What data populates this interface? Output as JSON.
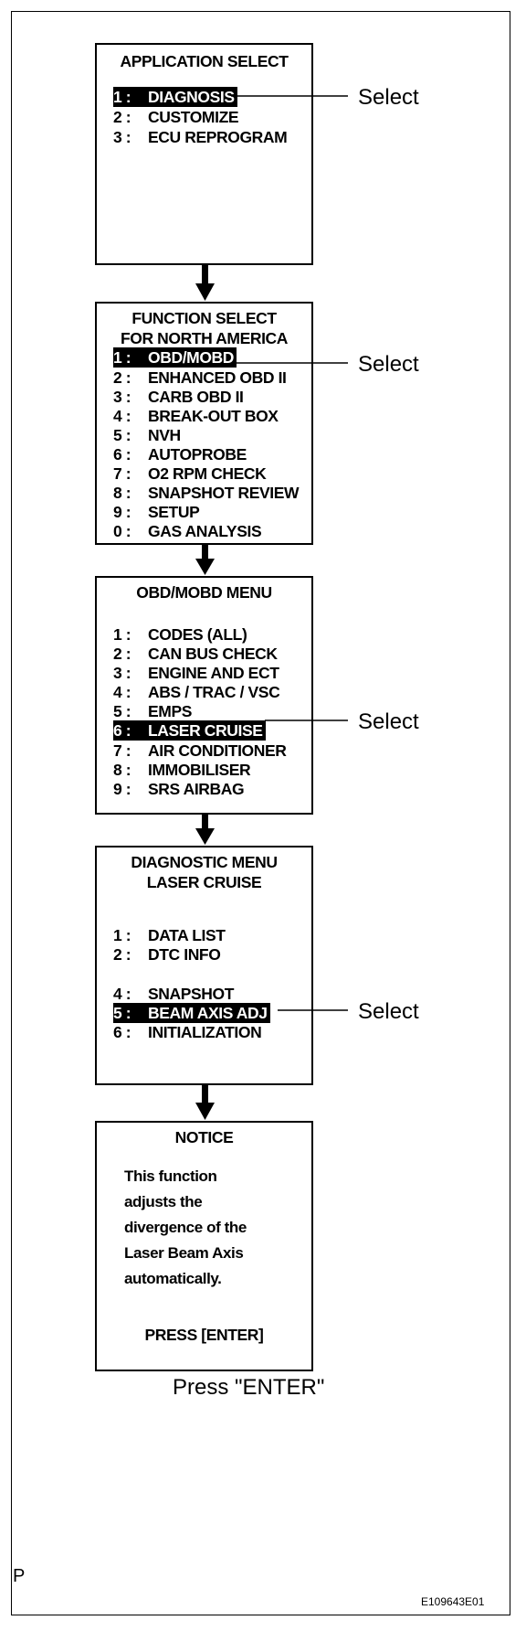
{
  "screens": [
    {
      "title_lines": [
        "APPLICATION SELECT"
      ],
      "items": [
        {
          "num": "1 :",
          "label": "DIAGNOSIS",
          "selected": true
        },
        {
          "num": "2 :",
          "label": "CUSTOMIZE",
          "selected": false
        },
        {
          "num": "3 :",
          "label": "ECU REPROGRAM",
          "selected": false
        }
      ]
    },
    {
      "title_lines": [
        "FUNCTION SELECT",
        "FOR NORTH AMERICA"
      ],
      "items": [
        {
          "num": "1 :",
          "label": "OBD/MOBD",
          "selected": true
        },
        {
          "num": "2 :",
          "label": "ENHANCED OBD II",
          "selected": false
        },
        {
          "num": "3 :",
          "label": "CARB OBD II",
          "selected": false
        },
        {
          "num": "4 :",
          "label": "BREAK-OUT BOX",
          "selected": false
        },
        {
          "num": "5 :",
          "label": "NVH",
          "selected": false
        },
        {
          "num": "6 :",
          "label": "AUTOPROBE",
          "selected": false
        },
        {
          "num": "7 :",
          "label": "O2 RPM CHECK",
          "selected": false
        },
        {
          "num": "8 :",
          "label": "SNAPSHOT REVIEW",
          "selected": false
        },
        {
          "num": "9 :",
          "label": "SETUP",
          "selected": false
        },
        {
          "num": "0 :",
          "label": "GAS ANALYSIS",
          "selected": false
        }
      ]
    },
    {
      "title_lines": [
        "OBD/MOBD MENU"
      ],
      "items": [
        {
          "num": "1 :",
          "label": "CODES (ALL)",
          "selected": false
        },
        {
          "num": "2 :",
          "label": "CAN BUS CHECK",
          "selected": false
        },
        {
          "num": "3 :",
          "label": "ENGINE AND ECT",
          "selected": false
        },
        {
          "num": "4 :",
          "label": "ABS / TRAC / VSC",
          "selected": false
        },
        {
          "num": "5 :",
          "label": "EMPS",
          "selected": false
        },
        {
          "num": "6 :",
          "label": "LASER CRUISE",
          "selected": true
        },
        {
          "num": "7 :",
          "label": "AIR CONDITIONER",
          "selected": false
        },
        {
          "num": "8 :",
          "label": "IMMOBILISER",
          "selected": false
        },
        {
          "num": "9 :",
          "label": "SRS AIRBAG",
          "selected": false
        }
      ]
    },
    {
      "title_lines": [
        "DIAGNOSTIC MENU",
        "LASER CRUISE"
      ],
      "items": [
        {
          "num": "1 :",
          "label": "DATA LIST",
          "selected": false
        },
        {
          "num": "2 :",
          "label": "DTC INFO",
          "selected": false
        },
        {
          "num": "4 :",
          "label": "SNAPSHOT",
          "selected": false
        },
        {
          "num": "5 :",
          "label": "BEAM AXIS ADJ",
          "selected": true
        },
        {
          "num": "6 :",
          "label": "INITIALIZATION",
          "selected": false
        }
      ]
    },
    {
      "title_lines": [
        "NOTICE"
      ],
      "body_lines": [
        "This function",
        "adjusts the",
        "divergence of the",
        "Laser Beam Axis",
        "automatically."
      ],
      "prompt": "PRESS [ENTER]"
    }
  ],
  "callouts": [
    "Select",
    "Select",
    "Select",
    "Select"
  ],
  "final_instruction": "Press \"ENTER\"",
  "corner_letter": "P",
  "figure_code": "E109643E01",
  "colors": {
    "ink": "#000000",
    "paper": "#ffffff",
    "highlight_text": "#ffffff"
  }
}
